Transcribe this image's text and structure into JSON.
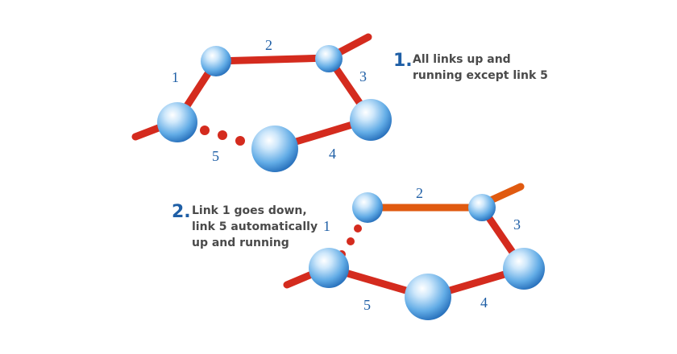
{
  "colors": {
    "link_up": "#d42b1e",
    "link_changed": "#e05a10",
    "node_light": "#eaf5ff",
    "node_mid": "#6fb7ee",
    "node_dark": "#1f6fbf",
    "label_blue": "#1f5fa6",
    "text_gray": "#4a4a4a"
  },
  "step1": {
    "number": "1.",
    "text": "All links up and\nrunning except link 5"
  },
  "step2": {
    "number": "2.",
    "text": "Link 1 goes down,\nlink 5 automatically\nup and running"
  },
  "ring1": {
    "link_labels": [
      "1",
      "2",
      "3",
      "4",
      "5"
    ],
    "link_states": [
      "up",
      "up",
      "up",
      "up",
      "down"
    ]
  },
  "ring2": {
    "link_labels": [
      "1",
      "2",
      "3",
      "4",
      "5"
    ],
    "link_states": [
      "down",
      "changed",
      "up",
      "up",
      "up"
    ]
  }
}
